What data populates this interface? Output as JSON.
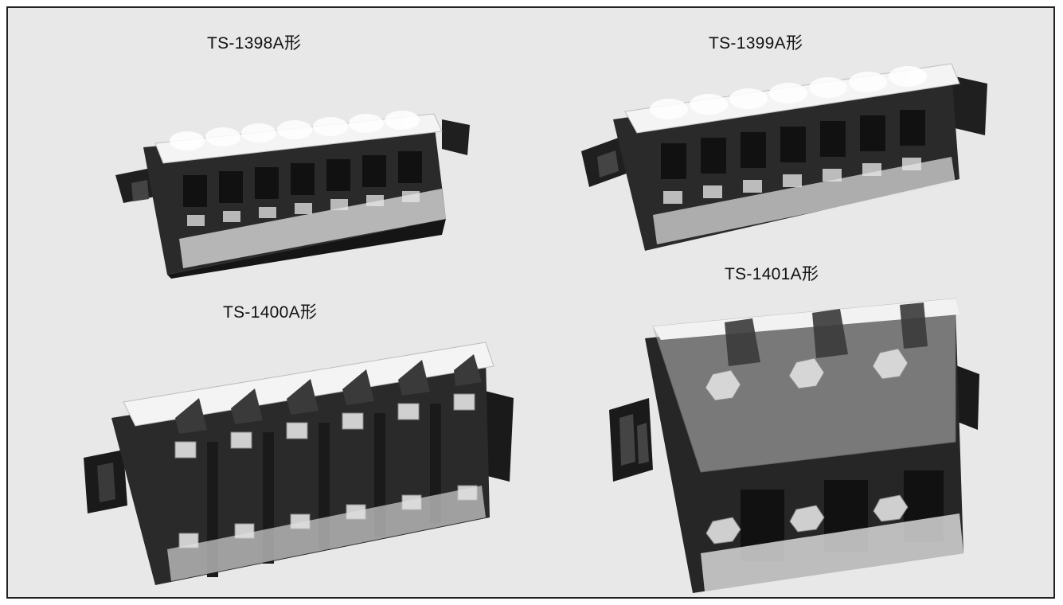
{
  "products": [
    {
      "name": "TS-1398A形"
    },
    {
      "name": "TS-1399A形"
    },
    {
      "name": "TS-1400A形"
    },
    {
      "name": "TS-1401A形"
    }
  ],
  "colors": {
    "background": "#e8e8e8",
    "border": "#222222",
    "body": "#2a2a2a",
    "cover": "#f2f2f2",
    "metal": "#c8c8c8"
  }
}
